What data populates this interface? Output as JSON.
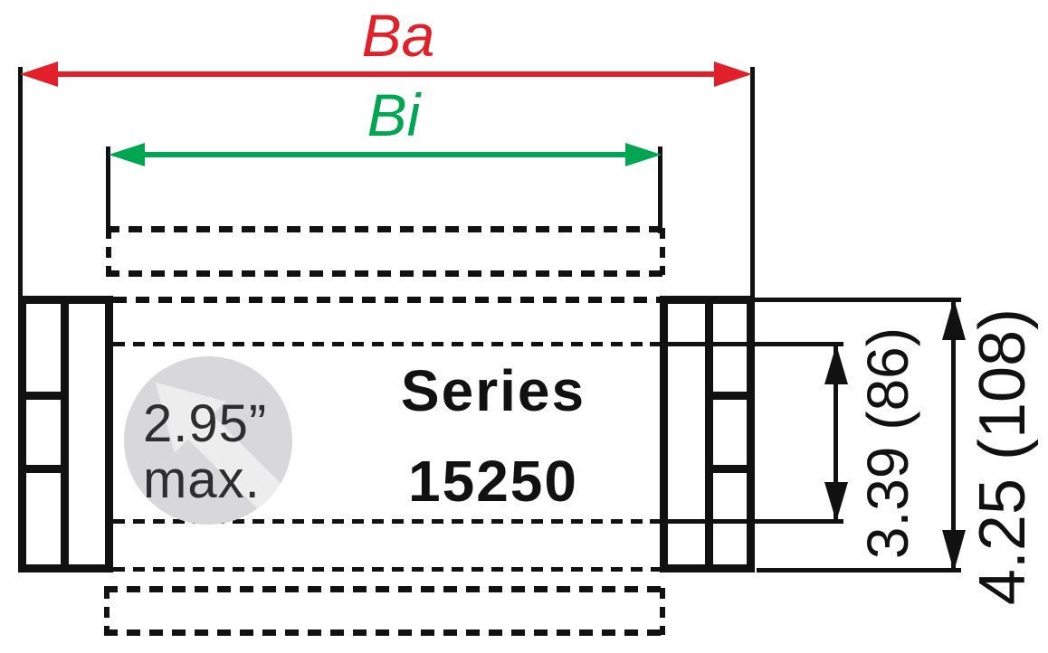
{
  "colors": {
    "ba": "#e2202a",
    "bi": "#00a651",
    "line": "#111111",
    "badgebg": "#d8d8da",
    "badgetext": "#2e2e2e"
  },
  "labels": {
    "ba": "Ba",
    "bi": "Bi",
    "inner_height": "3.39 (86)",
    "outer_height": "4.25 (108)",
    "series_line1": "Series",
    "series_line2": "15250",
    "badge_line1": "2.95”",
    "badge_line2": "max."
  }
}
